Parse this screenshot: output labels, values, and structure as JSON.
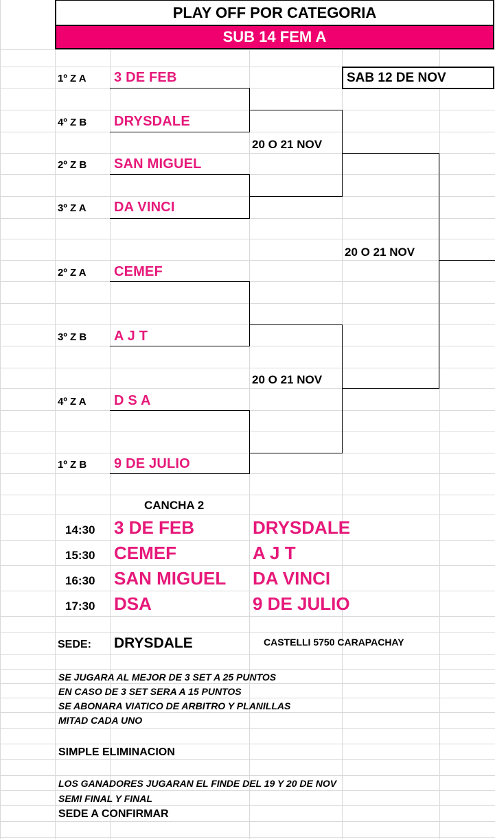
{
  "header": {
    "title": "PLAY OFF POR CATEGORIA",
    "category": "SUB 14 FEM A",
    "final_date": "SAB 12 DE NOV"
  },
  "bracket": {
    "entries": [
      {
        "seed": "1º Z A",
        "team": "3 DE FEB"
      },
      {
        "seed": "4º Z B",
        "team": "DRYSDALE"
      },
      {
        "seed": "2º Z B",
        "team": "SAN MIGUEL"
      },
      {
        "seed": "3º Z A",
        "team": "DA VINCI"
      },
      {
        "seed": "2º Z A",
        "team": "CEMEF"
      },
      {
        "seed": "3º Z B",
        "team": "A J T"
      },
      {
        "seed": "4º Z A",
        "team": "D S A"
      },
      {
        "seed": "1º Z B",
        "team": "9 DE JULIO"
      }
    ],
    "round_labels": [
      "20 O 21 NOV",
      "20 O 21 NOV",
      "20 O 21 NOV"
    ]
  },
  "schedule": {
    "court": "CANCHA 2",
    "matches": [
      {
        "time": "14:30",
        "home": "3 DE FEB",
        "away": "DRYSDALE"
      },
      {
        "time": "15:30",
        "home": "CEMEF",
        "away": "A J T"
      },
      {
        "time": "16:30",
        "home": "SAN MIGUEL",
        "away": "DA VINCI"
      },
      {
        "time": "17:30",
        "home": "DSA",
        "away": "9 DE JULIO"
      }
    ]
  },
  "venue": {
    "label": "SEDE:",
    "name": "DRYSDALE",
    "address": "CASTELLI 5750 CARAPACHAY"
  },
  "notes": {
    "rules": [
      "SE  JUGARA AL MEJOR DE 3 SET A 25 PUNTOS",
      "EN CASO DE 3 SET SERA A 15 PUNTOS",
      "SE ABONARA VIATICO DE ARBITRO Y PLANILLAS",
      "MITAD CADA UNO"
    ],
    "format": "SIMPLE ELIMINACION",
    "next": [
      "LOS GANADORES JUGARAN EL FINDE DEL 19 Y 20 DE NOV",
      "SEMI FINAL Y FINAL"
    ],
    "next_venue": "SEDE A CONFIRMAR"
  }
}
